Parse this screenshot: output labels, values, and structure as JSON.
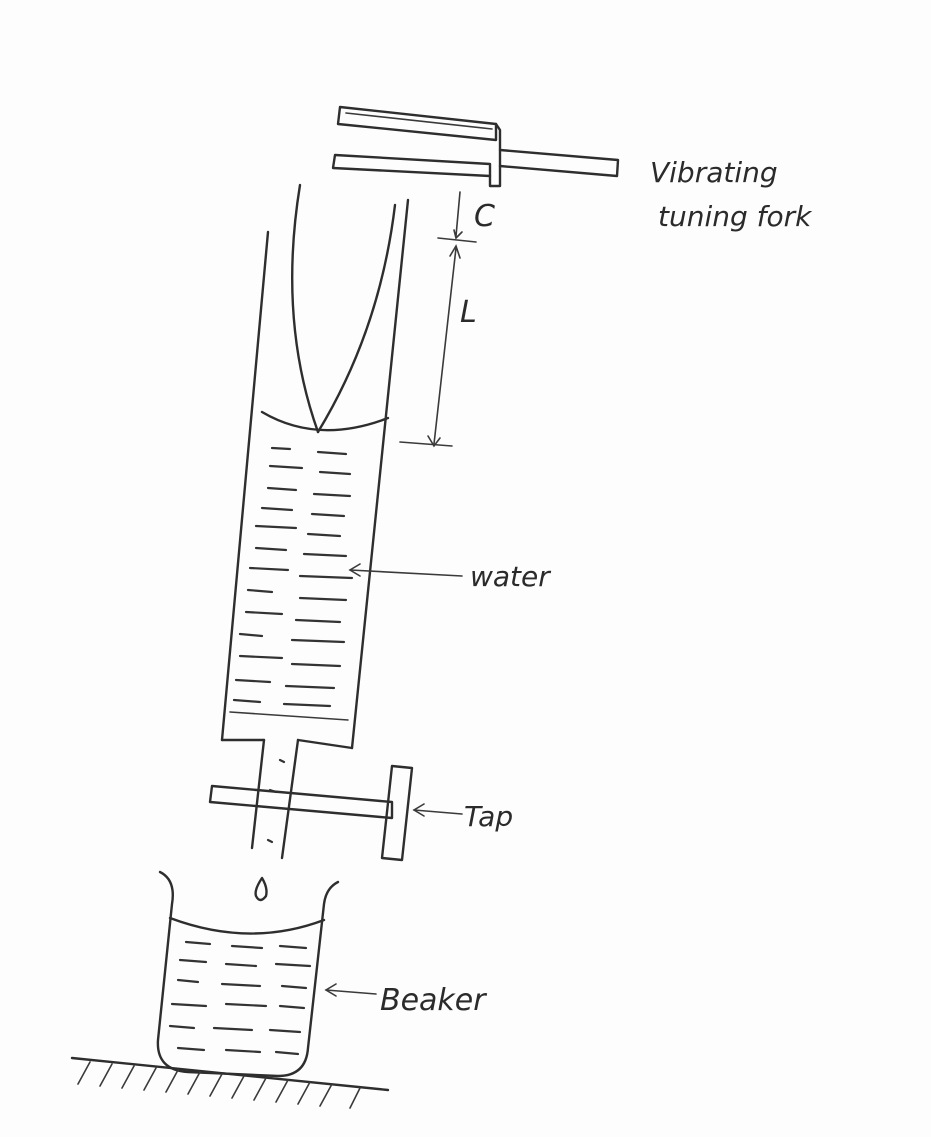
{
  "labels": {
    "fork_line1": "Vibrating",
    "fork_line2": "tuning fork",
    "c": "C",
    "l": "L",
    "water": "water",
    "tap": "Tap",
    "beaker": "Beaker"
  },
  "colors": {
    "ink": "#2e2e2e",
    "paper": "#fdfdfd"
  }
}
